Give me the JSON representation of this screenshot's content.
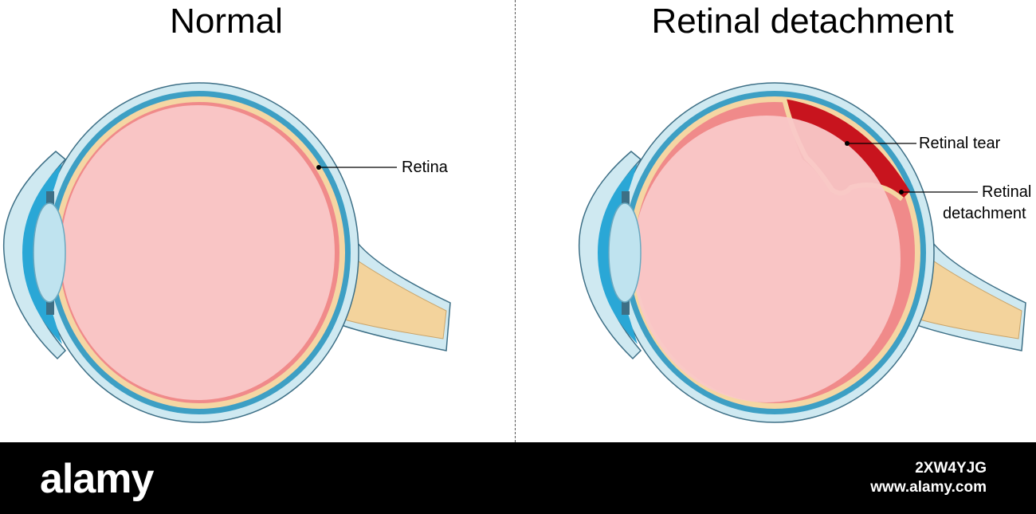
{
  "panels": {
    "left": {
      "title": "Normal"
    },
    "right": {
      "title": "Retinal detachment"
    }
  },
  "labels": {
    "retina": "Retina",
    "retinal_tear": "Retinal tear",
    "retinal_detachment_line1": "Retinal",
    "retinal_detachment_line2": "detachment"
  },
  "watermark": {
    "logo": "alamy",
    "image_id": "2XW4YJG",
    "url": "www.alamy.com"
  },
  "colors": {
    "sclera": "#cfe9f1",
    "choroid": "#3d9fc4",
    "retina": "#f5d6a3",
    "vitreous": "#f9c8c8",
    "inner_red": "#f08a8a",
    "detached_dark": "#c8141e",
    "lens": "#bfe3ef",
    "iris": "#2aa7d6",
    "optic_nerve": "#f3d39c"
  }
}
